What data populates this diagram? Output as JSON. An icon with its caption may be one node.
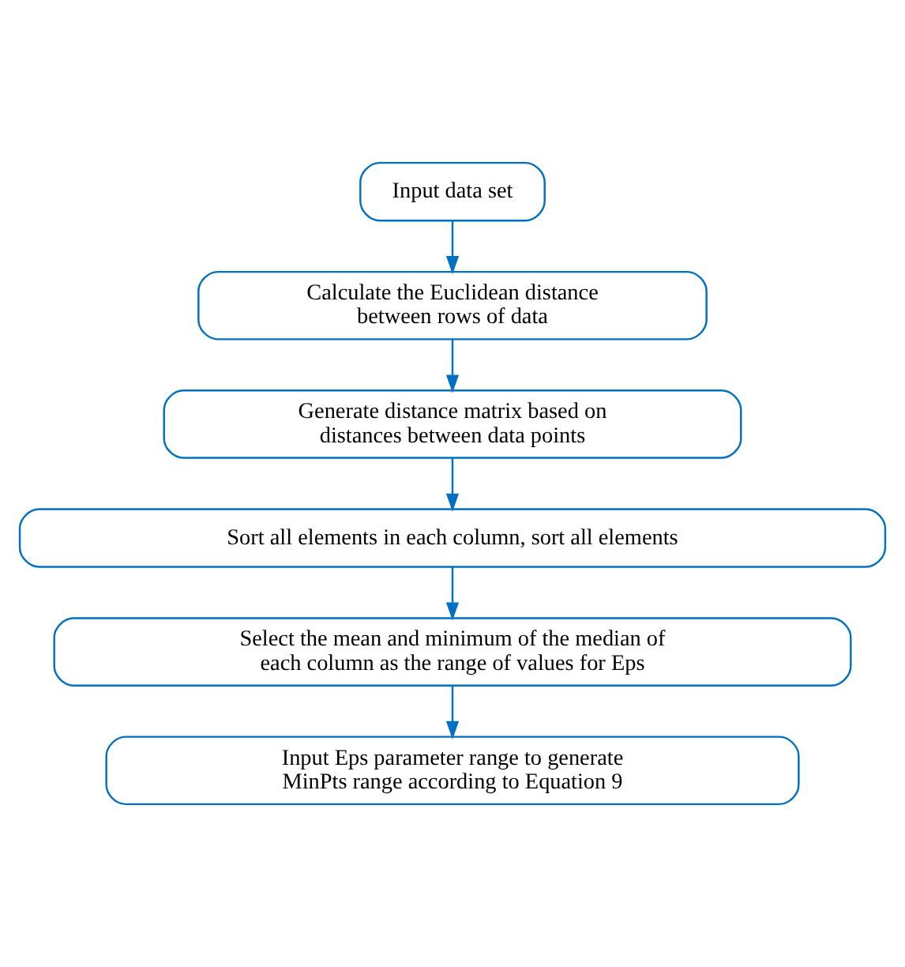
{
  "diagram": {
    "nodes": [
      {
        "text": [
          "Input data set"
        ]
      },
      {
        "text": [
          "Calculate the Euclidean distance between rows of data"
        ]
      },
      {
        "text": [
          "Generate distance matrix based on distances between data points"
        ]
      },
      {
        "text": [
          "Sort all elements in each column, sort all elements"
        ]
      },
      {
        "text": [
          "Select the mean and minimum of the median of each column as the range of values for Eps"
        ]
      },
      {
        "text": [
          "Input Eps parameter range to generate MinPts range according to Equation 9"
        ]
      }
    ],
    "edges": [
      {
        "from": 0,
        "to": 1,
        "arrow": "to"
      },
      {
        "from": 1,
        "to": 2,
        "arrow": "to"
      },
      {
        "from": 2,
        "to": 3,
        "arrow": "to"
      },
      {
        "from": 3,
        "to": 4,
        "arrow": "to"
      },
      {
        "from": 4,
        "to": 5,
        "arrow": "to"
      }
    ]
  }
}
